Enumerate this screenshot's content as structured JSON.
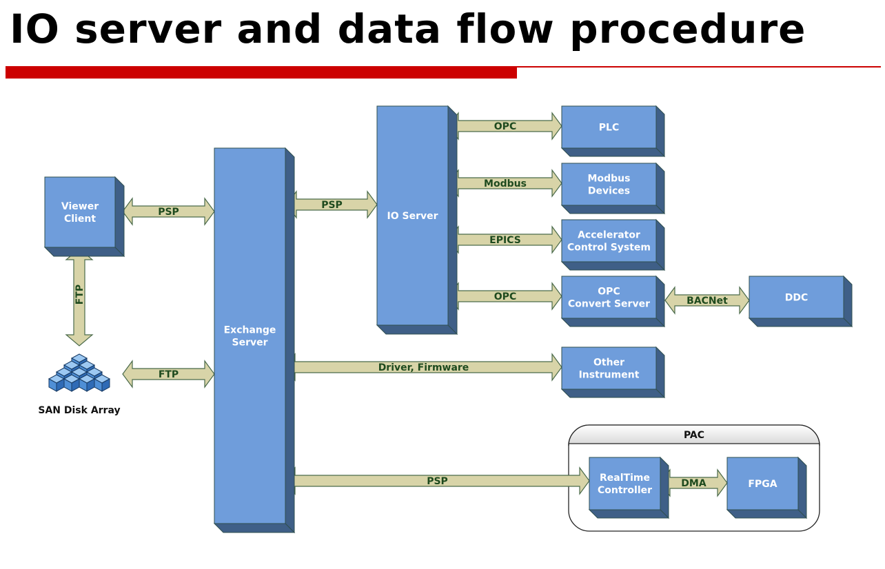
{
  "title": "IO server and data flow procedure",
  "colors": {
    "accent_bar": "#cc0000",
    "box_face": "#6f9ddb",
    "box_side": "#3f5f87",
    "box_stroke": "#2f4f4f",
    "arrow_fill": "#d8d4a8",
    "arrow_stroke": "#4a6a4a",
    "arrow_text": "#1e4a1e"
  },
  "nodes": {
    "viewer_client": [
      "Viewer",
      "Client"
    ],
    "exchange_server": [
      "Exchange",
      "Server"
    ],
    "io_server": [
      "IO Server"
    ],
    "plc": [
      "PLC"
    ],
    "modbus_devices": [
      "Modbus",
      "Devices"
    ],
    "accelerator_control": [
      "Accelerator",
      "Control System"
    ],
    "opc_convert_server": [
      "OPC",
      "Convert Server"
    ],
    "ddc": [
      "DDC"
    ],
    "other_instrument": [
      "Other",
      "Instrument"
    ],
    "realtime_controller": [
      "RealTime",
      "Controller"
    ],
    "fpga": [
      "FPGA"
    ],
    "san_disk_array": "SAN Disk Array",
    "pac_group": "PAC"
  },
  "links": {
    "viewer_exchange": "PSP",
    "viewer_san": "FTP",
    "san_exchange": "FTP",
    "exchange_io": "PSP",
    "io_plc": "OPC",
    "io_modbus": "Modbus",
    "io_accelerator": "EPICS",
    "io_opcconvert": "OPC",
    "opcconvert_ddc": "BACNet",
    "exchange_other": "Driver, Firmware",
    "exchange_realtime": "PSP",
    "realtime_fpga": "DMA"
  }
}
